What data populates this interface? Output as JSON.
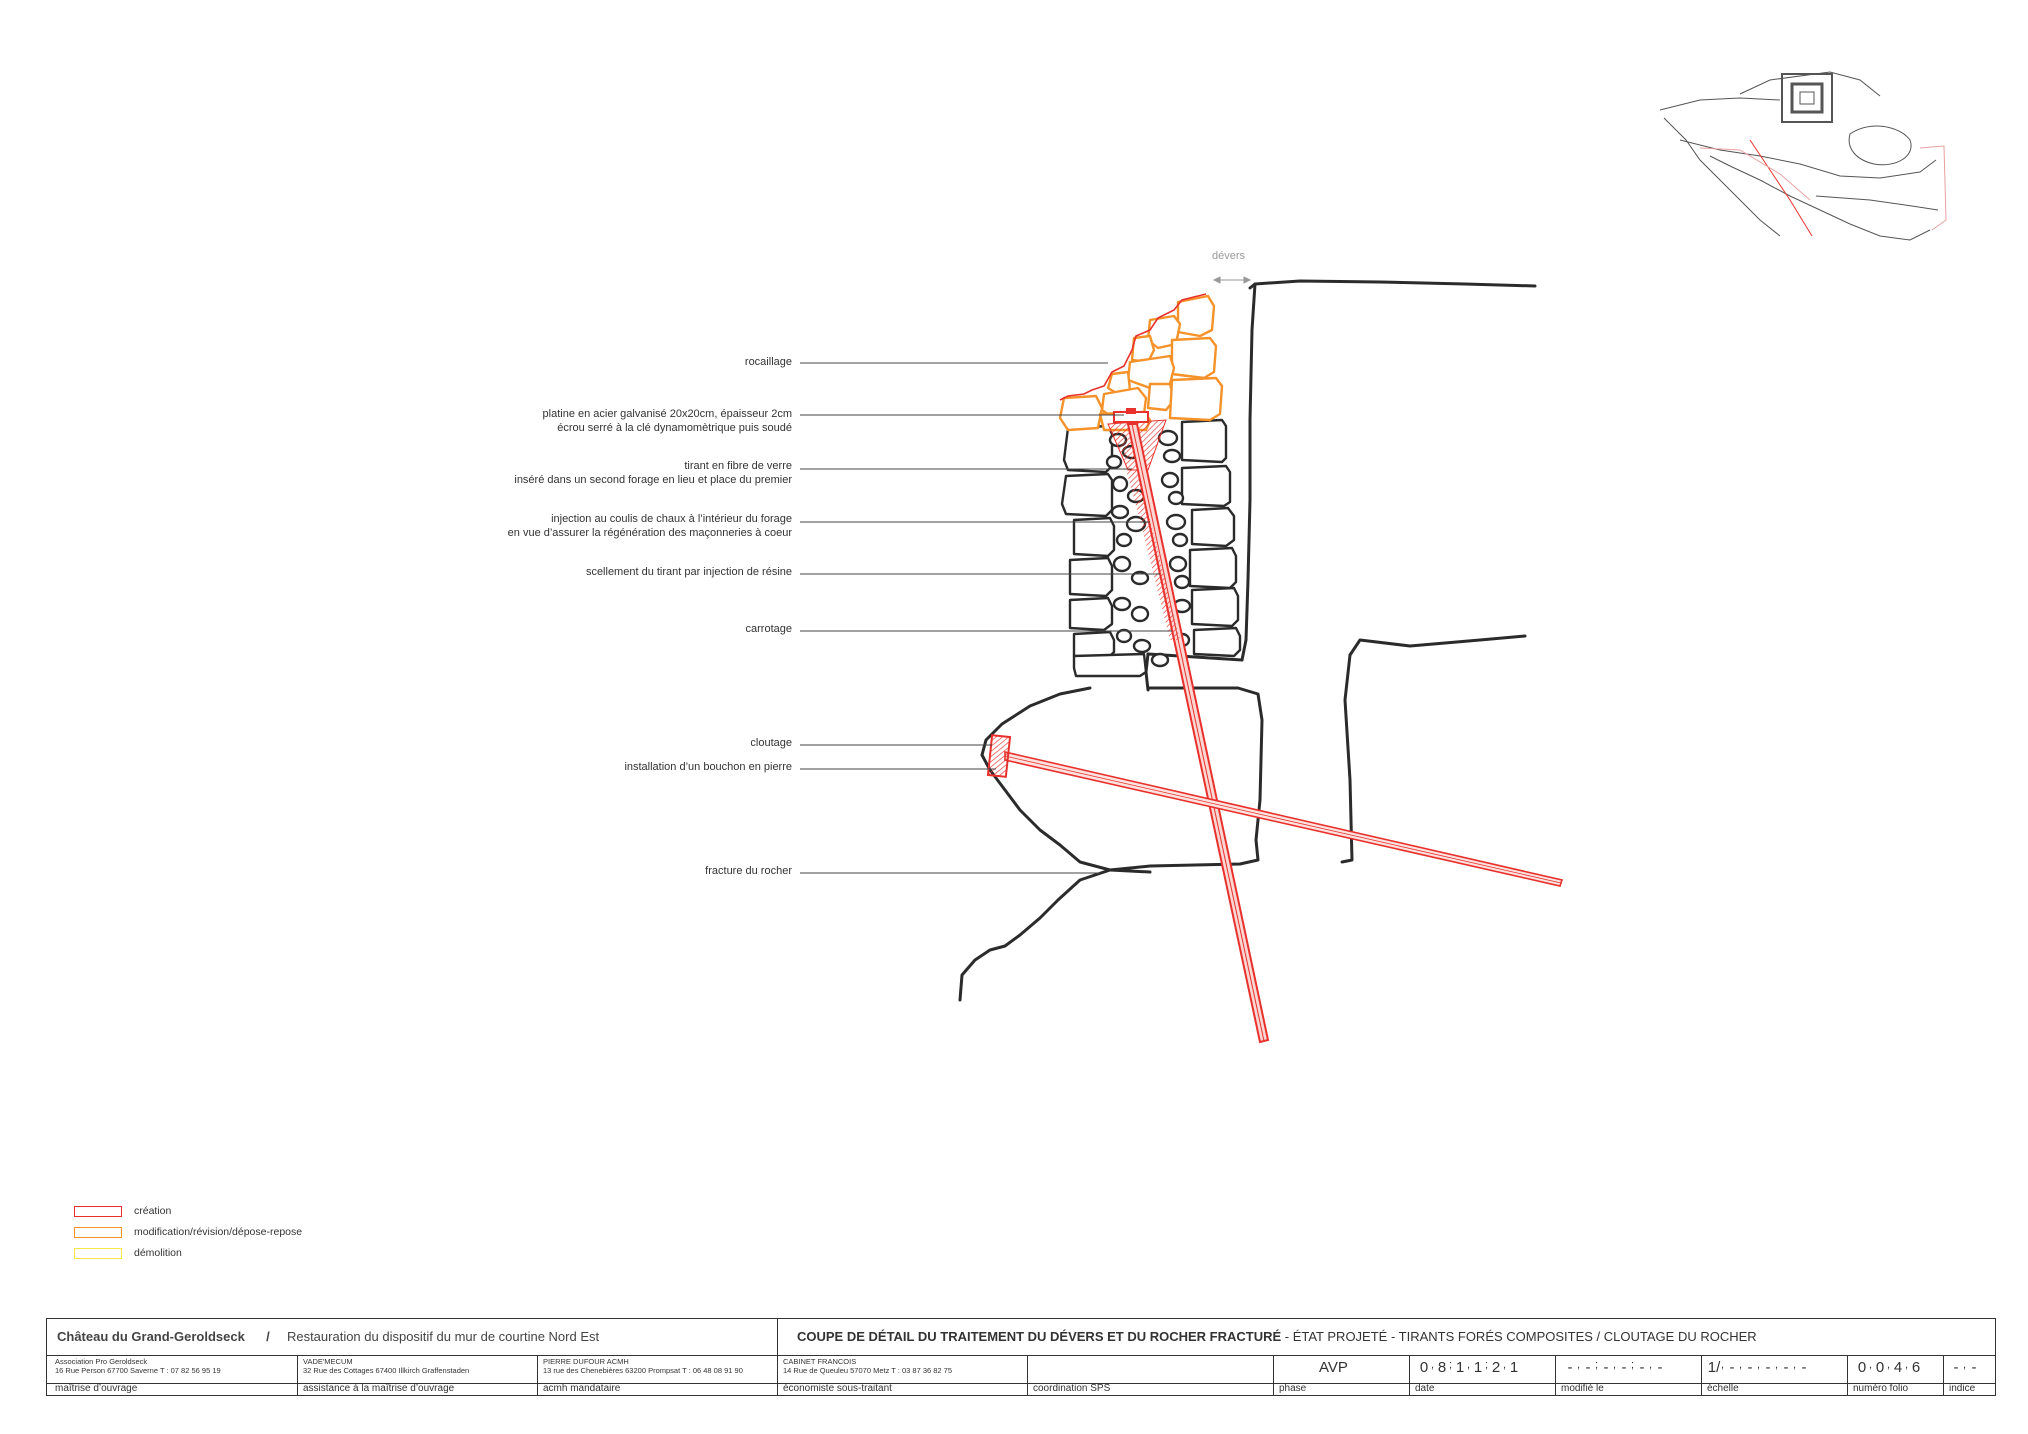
{
  "annotations": {
    "devers": "dévers",
    "rocaillage": "rocaillage",
    "platine_1": "platine en acier galvanisé 20x20cm, épaisseur 2cm",
    "platine_2": "écrou serré à la clé dynamomètrique puis soudé",
    "tirant_1": "tirant en fibre de verre",
    "tirant_2": "inséré dans un second forage en lieu et place du premier",
    "injection_1": "injection au coulis de chaux à l’intérieur du forage",
    "injection_2": "en vue d’assurer la régénération des maçonneries à coeur",
    "scellement": "scellement du tirant par injection de résine",
    "carrotage": "carrotage",
    "cloutage": "cloutage",
    "bouchon": "installation d’un bouchon en pierre",
    "fracture": "fracture du rocher"
  },
  "legend": [
    {
      "label": "création",
      "color": "#e8312c"
    },
    {
      "label": "modification/révision/dépose-repose",
      "color": "#f5922a"
    },
    {
      "label": "démolition",
      "color": "#f7e64a"
    }
  ],
  "colors": {
    "creation": "#e8312c",
    "modification": "#f5922a",
    "demolition": "#f7e64a",
    "ink": "#2b2b2b"
  },
  "title_block": {
    "project_name": "Château du Grand-Geroldseck",
    "separator": "/",
    "project_subtitle": "Restauration du dispositif du mur de courtine Nord Est",
    "drawing_title_bold": "COUPE DE DÉTAIL DU TRAITEMENT DU DÉVERS ET DU ROCHER FRACTURÉ",
    "drawing_title_rest": " - ÉTAT PROJETÉ - TIRANTS FORÉS COMPOSITES / CLOUTAGE DU ROCHER",
    "parties": [
      {
        "name": "Association Pro Geroldseck",
        "address": "16 Rue Person    67700 Saverne    T : 07 82 56 95 19",
        "role": "maîtrise d’ouvrage"
      },
      {
        "name": "VADE'MECUM",
        "address": "32 Rue des Cottages   67400 Illkirch Graffenstaden",
        "role": "assistance à la maîtrise d’ouvrage"
      },
      {
        "name": "PIERRE DUFOUR ACMH",
        "address": "13 rue des Chenebières   63200 Prompsat   T : 06 48 08 91 90",
        "role": "acmh mandataire"
      },
      {
        "name": "CABINET FRANCOIS",
        "address": "14 Rue de Queuleu          57070 Metz    T : 03 87 36 82 75",
        "role": "économiste sous-traitant"
      },
      {
        "name": "",
        "address": "",
        "role": "coordination SPS"
      }
    ],
    "phase": {
      "value": "AVP",
      "label": "phase"
    },
    "date": {
      "digits": [
        "0",
        "8",
        "1",
        "1",
        "2",
        "1"
      ],
      "label": "date"
    },
    "modifie": {
      "digits": [
        "-",
        "-",
        "-",
        "-",
        "-",
        "-"
      ],
      "label": "modifié le"
    },
    "echelle": {
      "digits": [
        "1/",
        "-",
        "-",
        "-",
        "-",
        "-"
      ],
      "label": "échelle"
    },
    "folio": {
      "digits": [
        "0",
        "0",
        "4",
        "6"
      ],
      "label": "numéro folio"
    },
    "indice": {
      "digits": [
        "-",
        "-"
      ],
      "label": "indice"
    }
  }
}
